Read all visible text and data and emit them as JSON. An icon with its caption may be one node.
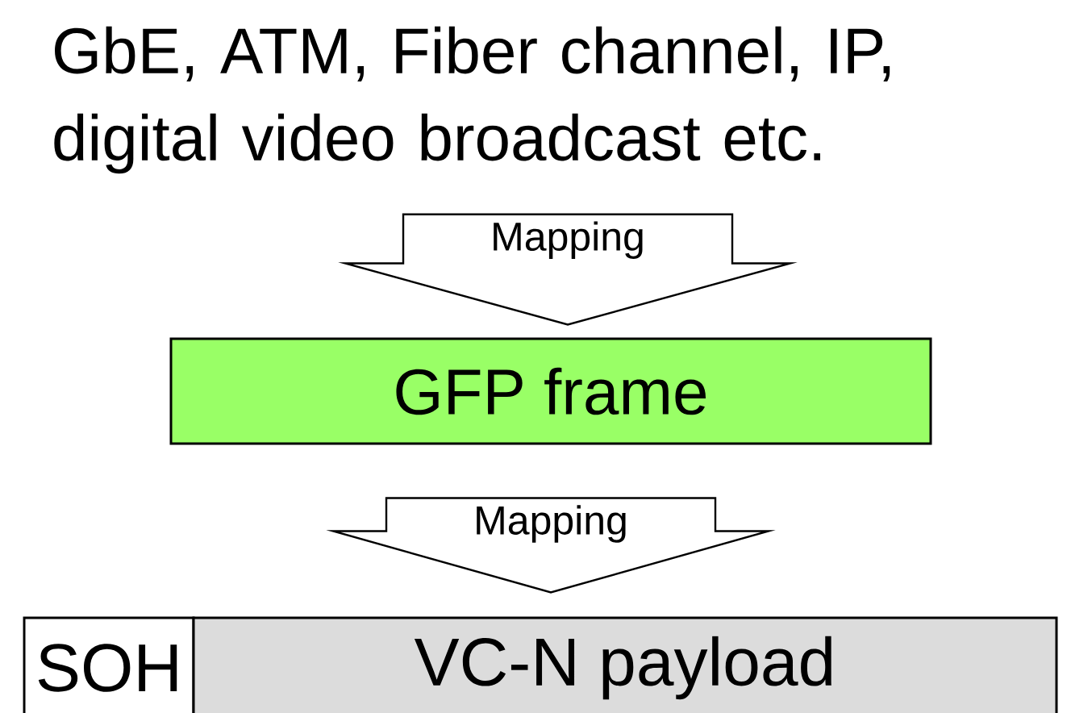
{
  "diagram": {
    "nodes": [
      {
        "text": [
          "GbE, ATM, Fiber channel, IP, digital video broadcast etc."
        ]
      },
      {
        "text": [
          "GFP frame"
        ]
      },
      {
        "text": [
          "SOH"
        ]
      },
      {
        "text": [
          "VC-N payload"
        ]
      }
    ],
    "edges": [
      {
        "from": 0,
        "to": 1,
        "arrow": "to",
        "label": "Mapping"
      },
      {
        "from": 1,
        "to": 3,
        "arrow": "to",
        "label": "Mapping"
      }
    ]
  }
}
